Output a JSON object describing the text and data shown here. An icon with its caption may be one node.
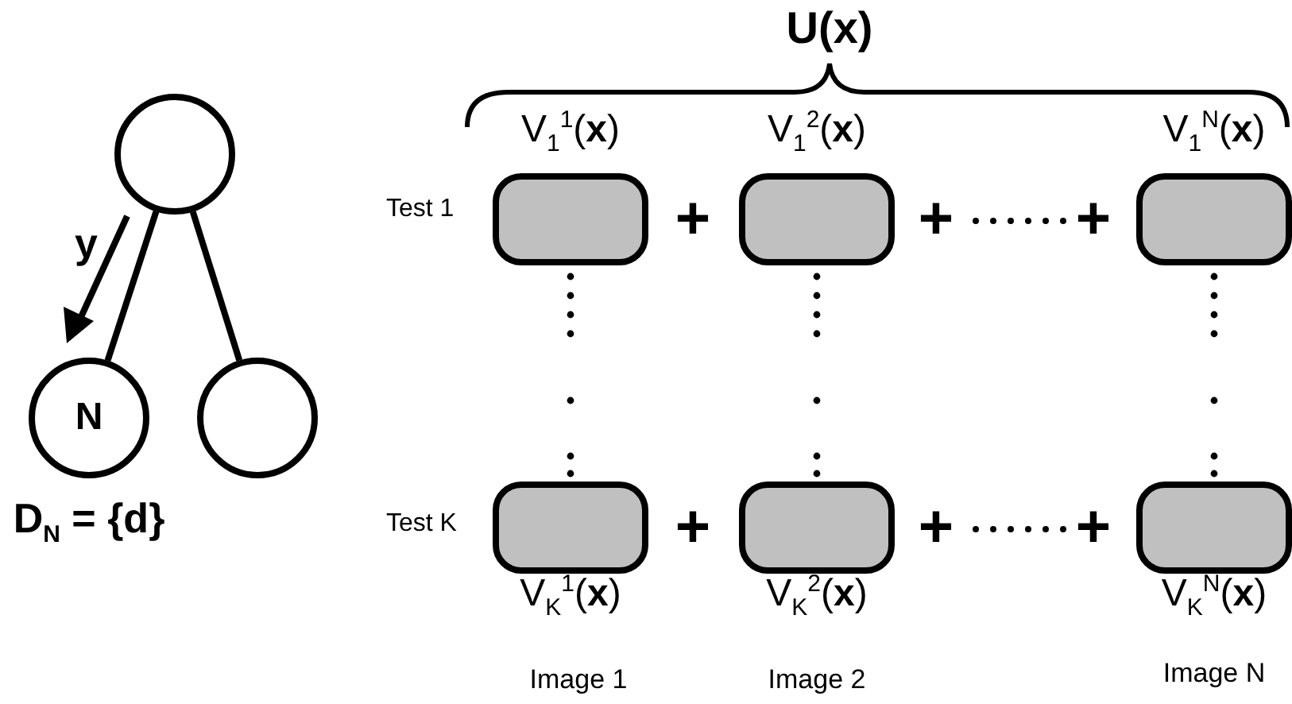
{
  "diagram": {
    "nodes": [
      {
        "text": [],
        "shape": "circle"
      },
      {
        "text": [
          "N"
        ],
        "beside": [
          "D$_{N}$ = {d}"
        ]
      },
      {
        "text": [],
        "shape": "circle"
      },
      {
        "text": [],
        "shape": "box",
        "beside": [
          "V$_{1}$$^{1}$(**x**)"
        ]
      },
      {
        "text": [],
        "shape": "box",
        "beside": [
          "V$_{1}$$^{2}$(**x**)"
        ]
      },
      {
        "text": [],
        "shape": "box",
        "beside": [
          "V$_{1}$$^{N}$(**x**)"
        ]
      },
      {
        "text": [],
        "shape": "box",
        "beside": [
          "V$_{K}$$^{1}$(**x**)"
        ]
      },
      {
        "text": [],
        "shape": "box",
        "beside": [
          "V$_{K}$$^{2}$(**x**)"
        ]
      },
      {
        "text": [],
        "shape": "box",
        "beside": [
          "V$_{K}$$^{N}$(**x**)"
        ]
      }
    ],
    "edges": [
      {
        "from": 0,
        "to": 1,
        "arrow": "none"
      },
      {
        "from": 0,
        "to": 2,
        "arrow": "none"
      }
    ],
    "labels": [
      "U(x)",
      "y",
      "Test 1",
      "+",
      "+",
      "+",
      "Test K",
      "+",
      "+",
      "+",
      "Image 1",
      "Image 2",
      "Image N"
    ]
  }
}
